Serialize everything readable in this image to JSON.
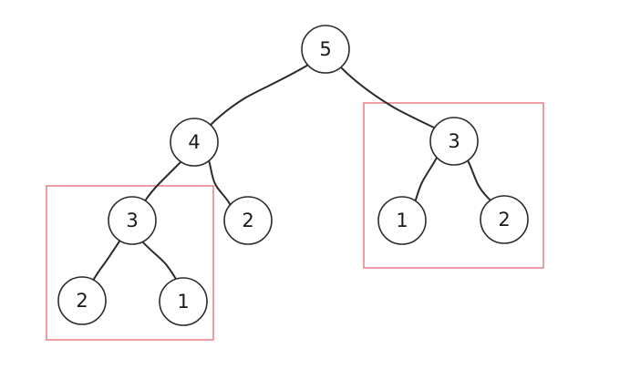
{
  "tree": {
    "root": {
      "value": "5"
    },
    "left": {
      "value": "4"
    },
    "right": {
      "value": "3"
    },
    "left_left": {
      "value": "3"
    },
    "left_right": {
      "value": "2"
    },
    "left_left_left": {
      "value": "2"
    },
    "left_left_right": {
      "value": "1"
    },
    "right_left": {
      "value": "1"
    },
    "right_right": {
      "value": "2"
    }
  },
  "highlights": {
    "color": "#e8737a",
    "boxes": [
      "subtree-left-left",
      "subtree-right"
    ]
  },
  "colors": {
    "edge": "#2b2b2b",
    "node_fill": "#ffffff",
    "node_stroke": "#2b2b2b"
  }
}
